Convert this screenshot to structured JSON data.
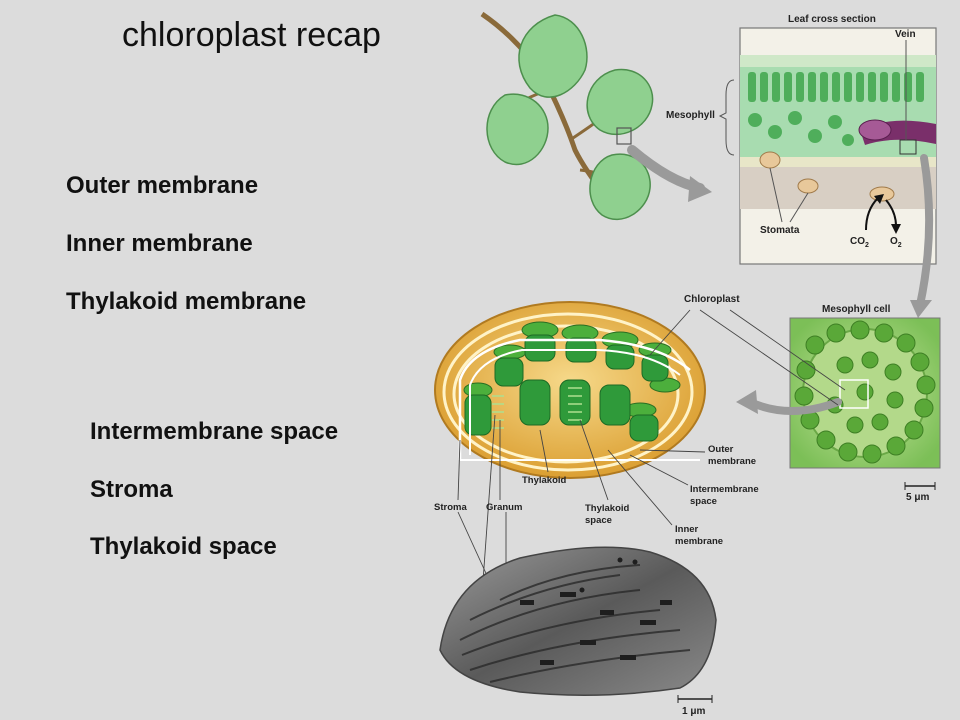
{
  "slide": {
    "title": "chloroplast recap",
    "membranes": [
      "Outer membrane",
      "Inner membrane",
      "Thylakoid membrane"
    ],
    "spaces": [
      "Intermembrane space",
      "Stroma",
      "Thylakoid space"
    ]
  },
  "figure": {
    "leaf_cross_section_label": "Leaf cross section",
    "vein_label": "Vein",
    "mesophyll_label": "Mesophyll",
    "stomata_label": "Stomata",
    "co2_label": "CO",
    "co2_sub": "2",
    "o2_label": "O",
    "o2_sub": "2",
    "chloroplast_label": "Chloroplast",
    "mesophyll_cell_label": "Mesophyll cell",
    "outer_membrane_line1": "Outer",
    "outer_membrane_line2": "membrane",
    "intermembrane_line1": "Intermembrane",
    "intermembrane_line2": "space",
    "inner_membrane_line1": "Inner",
    "inner_membrane_line2": "membrane",
    "thylakoid_label": "Thylakoid",
    "thylakoid_space_line1": "Thylakoid",
    "thylakoid_space_line2": "space",
    "stroma_label": "Stroma",
    "granum_label": "Granum",
    "scale_5um": "5 μm",
    "scale_1um": "1 μm"
  },
  "colors": {
    "background": "#dcdcdc",
    "leaf_green": "#8fd08f",
    "chloroplast_envelope": "#e8b752",
    "grana_green": "#2f9a3a",
    "vein_purple": "#7a2f6a",
    "arrow_gray": "#9a9a9a"
  }
}
